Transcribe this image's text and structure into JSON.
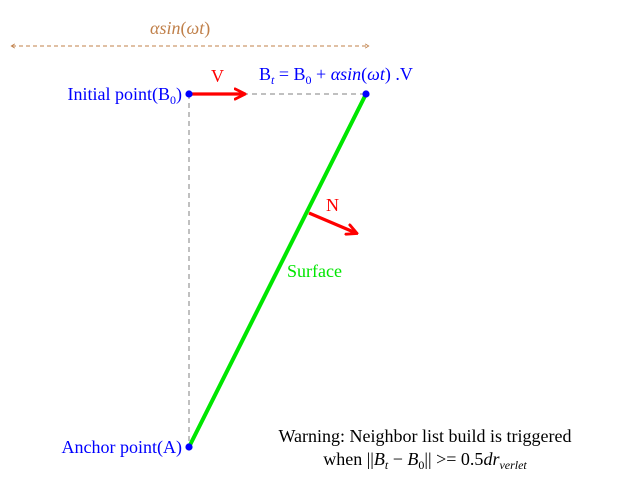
{
  "diagram": {
    "amplitude_label": {
      "alpha": "α",
      "sin": "sin",
      "paren_open": "(",
      "omega": "ω",
      "t": "t",
      "paren_close": ")"
    },
    "initial_point_label": {
      "text": "Initial point(B",
      "sub": "0",
      "close": ")"
    },
    "anchor_point_label": {
      "text": "Anchor point(A)"
    },
    "velocity_label": "V",
    "normal_label": "N",
    "surface_label": "Surface",
    "bt_equation": {
      "b": "B",
      "sub_t": "t",
      "eq": " = B",
      "sub_0": "0",
      "plus": " + ",
      "alpha_sin": "αsin",
      "paren_open": "(",
      "omega_t": "ωt",
      "paren_close": ")",
      "dot_v": " .V"
    },
    "warning": {
      "line1": "Warning: Neighbor list build is triggered",
      "line2_prefix": "when ||",
      "bt_b": "B",
      "bt_sub": "t",
      "minus": " − ",
      "b0_b": "B",
      "b0_sub": "0",
      "line2_mid": "|| >= 0.5",
      "dr": "dr",
      "verlet_sub": "verlet"
    },
    "colors": {
      "label_blue": "#0000ff",
      "arrow_red": "#ff0000",
      "surface_green": "#00e600",
      "amplitude_brown": "#c0804a",
      "guide_gray": "#808080",
      "text_black": "#000000"
    }
  }
}
